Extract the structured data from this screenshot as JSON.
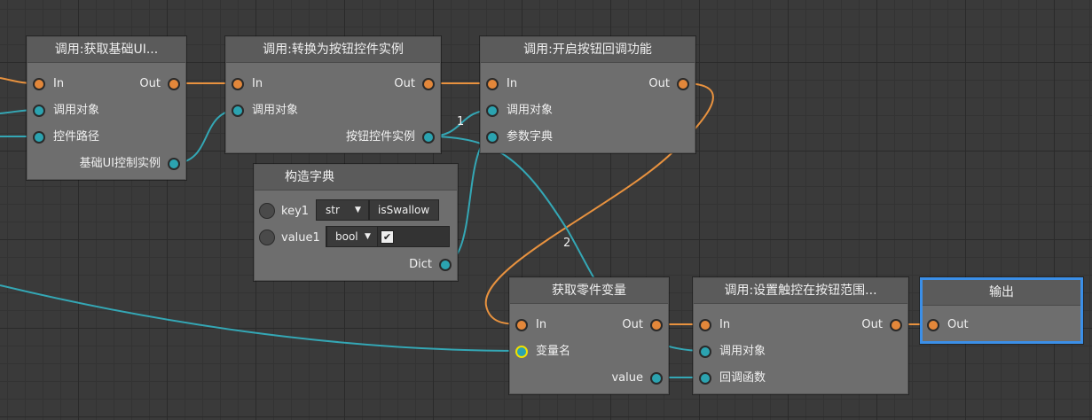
{
  "nodes": {
    "get_base_ui": {
      "title": "调用:获取基础UI...",
      "in": "In",
      "out": "Out",
      "call_target": "调用对象",
      "control_path": "控件路径",
      "result": "基础UI控制实例"
    },
    "to_button": {
      "title": "调用:转换为按钮控件实例",
      "in": "In",
      "out": "Out",
      "call_target": "调用对象",
      "result": "按钮控件实例"
    },
    "enable_callback": {
      "title": "调用:开启按钮回调功能",
      "in": "In",
      "out": "Out",
      "call_target": "调用对象",
      "param_dict": "参数字典"
    },
    "build_dict": {
      "title": "构造字典",
      "key1_label": "key1",
      "key1_type": "str",
      "key1_value": "isSwallow",
      "value1_label": "value1",
      "value1_type": "bool",
      "value1_checked": true,
      "dict_out": "Dict"
    },
    "get_part_var": {
      "title": "获取零件变量",
      "in": "In",
      "out": "Out",
      "var_name": "变量名",
      "value": "value"
    },
    "set_touch": {
      "title": "调用:设置触控在按钮范围...",
      "in": "In",
      "out": "Out",
      "call_target": "调用对象",
      "callback": "回调函数"
    },
    "output": {
      "title": "输出",
      "out": "Out"
    }
  },
  "wire_labels": {
    "w1": "1",
    "w2": "2"
  },
  "colors": {
    "exec_wire": "#e8923f",
    "data_wire": "#34a7b5",
    "selected_border": "#3b8fe8"
  }
}
